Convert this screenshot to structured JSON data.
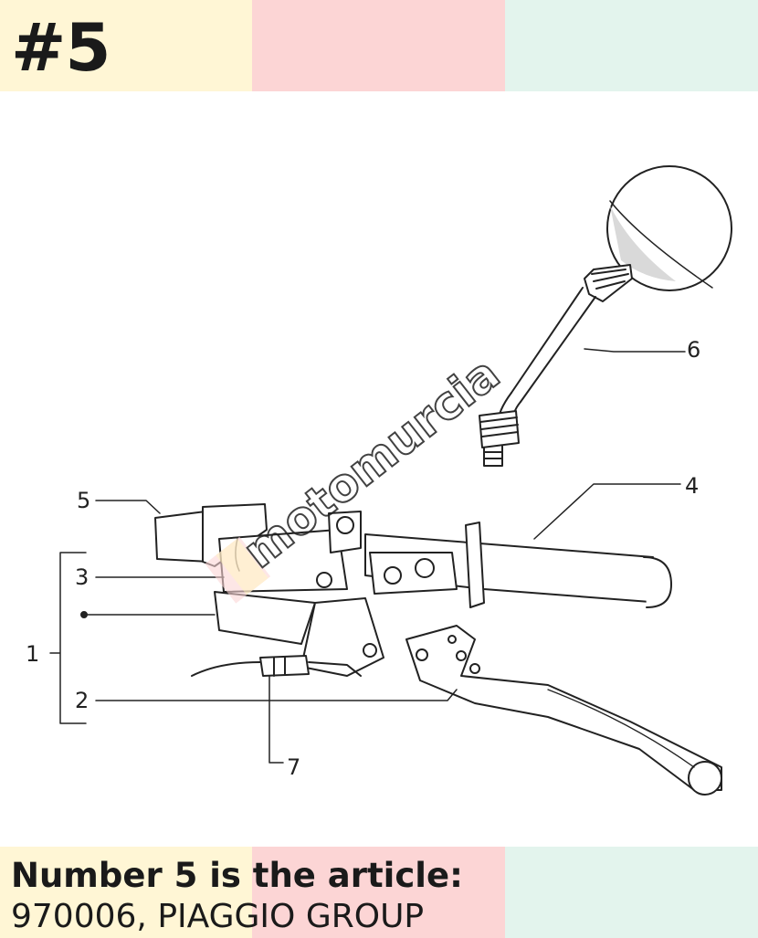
{
  "header": {
    "badge": "#5"
  },
  "bands": {
    "colors": [
      "#fff6d5",
      "#fcd5d5",
      "#e3f4ed"
    ]
  },
  "diagram": {
    "callouts": [
      "1",
      "2",
      "3",
      "4",
      "5",
      "6",
      "7"
    ],
    "watermark": "motomurcia",
    "line_color": "#222222"
  },
  "caption": {
    "title": "Number 5 is the article:",
    "detail": "970006, PIAGGIO GROUP"
  }
}
